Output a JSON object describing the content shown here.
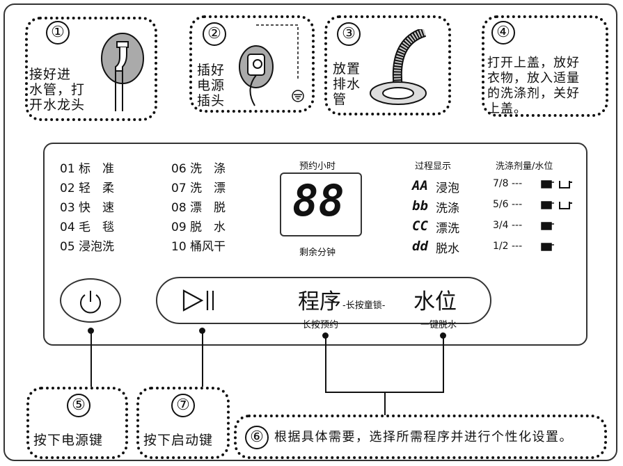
{
  "steps": {
    "s1": {
      "num": "①",
      "text": [
        "接好进",
        "水管，打",
        "开水龙头"
      ]
    },
    "s2": {
      "num": "②",
      "text": [
        "插好",
        "电源",
        "插头"
      ]
    },
    "s3": {
      "num": "③",
      "text": [
        "放置",
        "排水",
        "管"
      ]
    },
    "s4": {
      "num": "④",
      "text": [
        "打开上盖，放好",
        "衣物，放入适量",
        "的洗涤剂，关好",
        "上盖。"
      ]
    },
    "s5": {
      "num": "⑤",
      "text": "按下电源键"
    },
    "s7": {
      "num": "⑦",
      "text": "按下启动键"
    },
    "s6": {
      "num": "⑥",
      "text": "根据具体需要，选择所需程序并进行个性化设置。"
    }
  },
  "programs": {
    "col1": [
      "01 标　准",
      "02 轻　柔",
      "03 快　速",
      "04 毛　毯",
      "05 浸泡洗"
    ],
    "col2": [
      "06 洗　涤",
      "07 洗　漂",
      "08 漂　脱",
      "09 脱　水",
      "10 桶风干"
    ]
  },
  "display": {
    "top_label": "预约小时",
    "digits": "88",
    "bottom_label": "剩余分钟"
  },
  "process": {
    "header": "过程显示",
    "items": [
      {
        "code": "AA",
        "label": "浸泡"
      },
      {
        "code": "bb",
        "label": "洗涤"
      },
      {
        "code": "CC",
        "label": "漂洗"
      },
      {
        "code": "dd",
        "label": "脱水"
      }
    ]
  },
  "detergent": {
    "header": "洗涤剂量/水位",
    "rows": [
      "7/8 ---",
      "5/6 ---",
      "3/4 ---",
      "1/2 ---"
    ]
  },
  "controls": {
    "program": "程序",
    "lock": "-长按童锁-",
    "water": "水位",
    "program_sub": "长按预约",
    "water_sub": "一键脱水"
  }
}
